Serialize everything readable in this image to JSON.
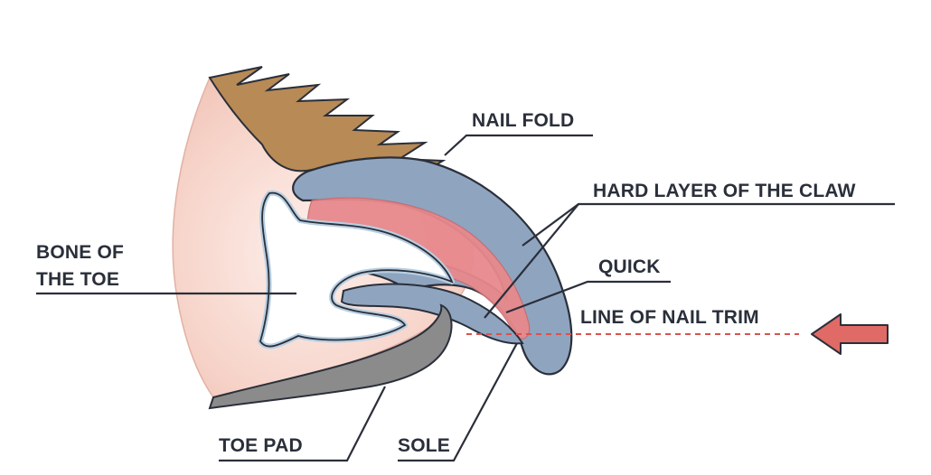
{
  "labels": {
    "nail_fold": "NAIL FOLD",
    "hard_layer": "HARD LAYER OF THE CLAW",
    "quick": "QUICK",
    "line_of_trim": "LINE OF NAIL TRIM",
    "bone_line1": "BONE OF",
    "bone_line2": "THE TOE",
    "toe_pad": "TOE PAD",
    "sole": "SOLE"
  },
  "colors": {
    "skin": "#f3c9bd",
    "skin_light": "#fbe7e1",
    "fur": "#b88a55",
    "claw": "#8fa4bf",
    "quick": "#e8898d",
    "bone": "#ffffff",
    "bone_outline": "#c7dbea",
    "toe_pad": "#8b8b8b",
    "trim_line": "#d9534f",
    "arrow": "#e06a66",
    "outline": "#2a2f3a"
  },
  "icons": {
    "trim_arrow": "left-arrow-icon"
  }
}
